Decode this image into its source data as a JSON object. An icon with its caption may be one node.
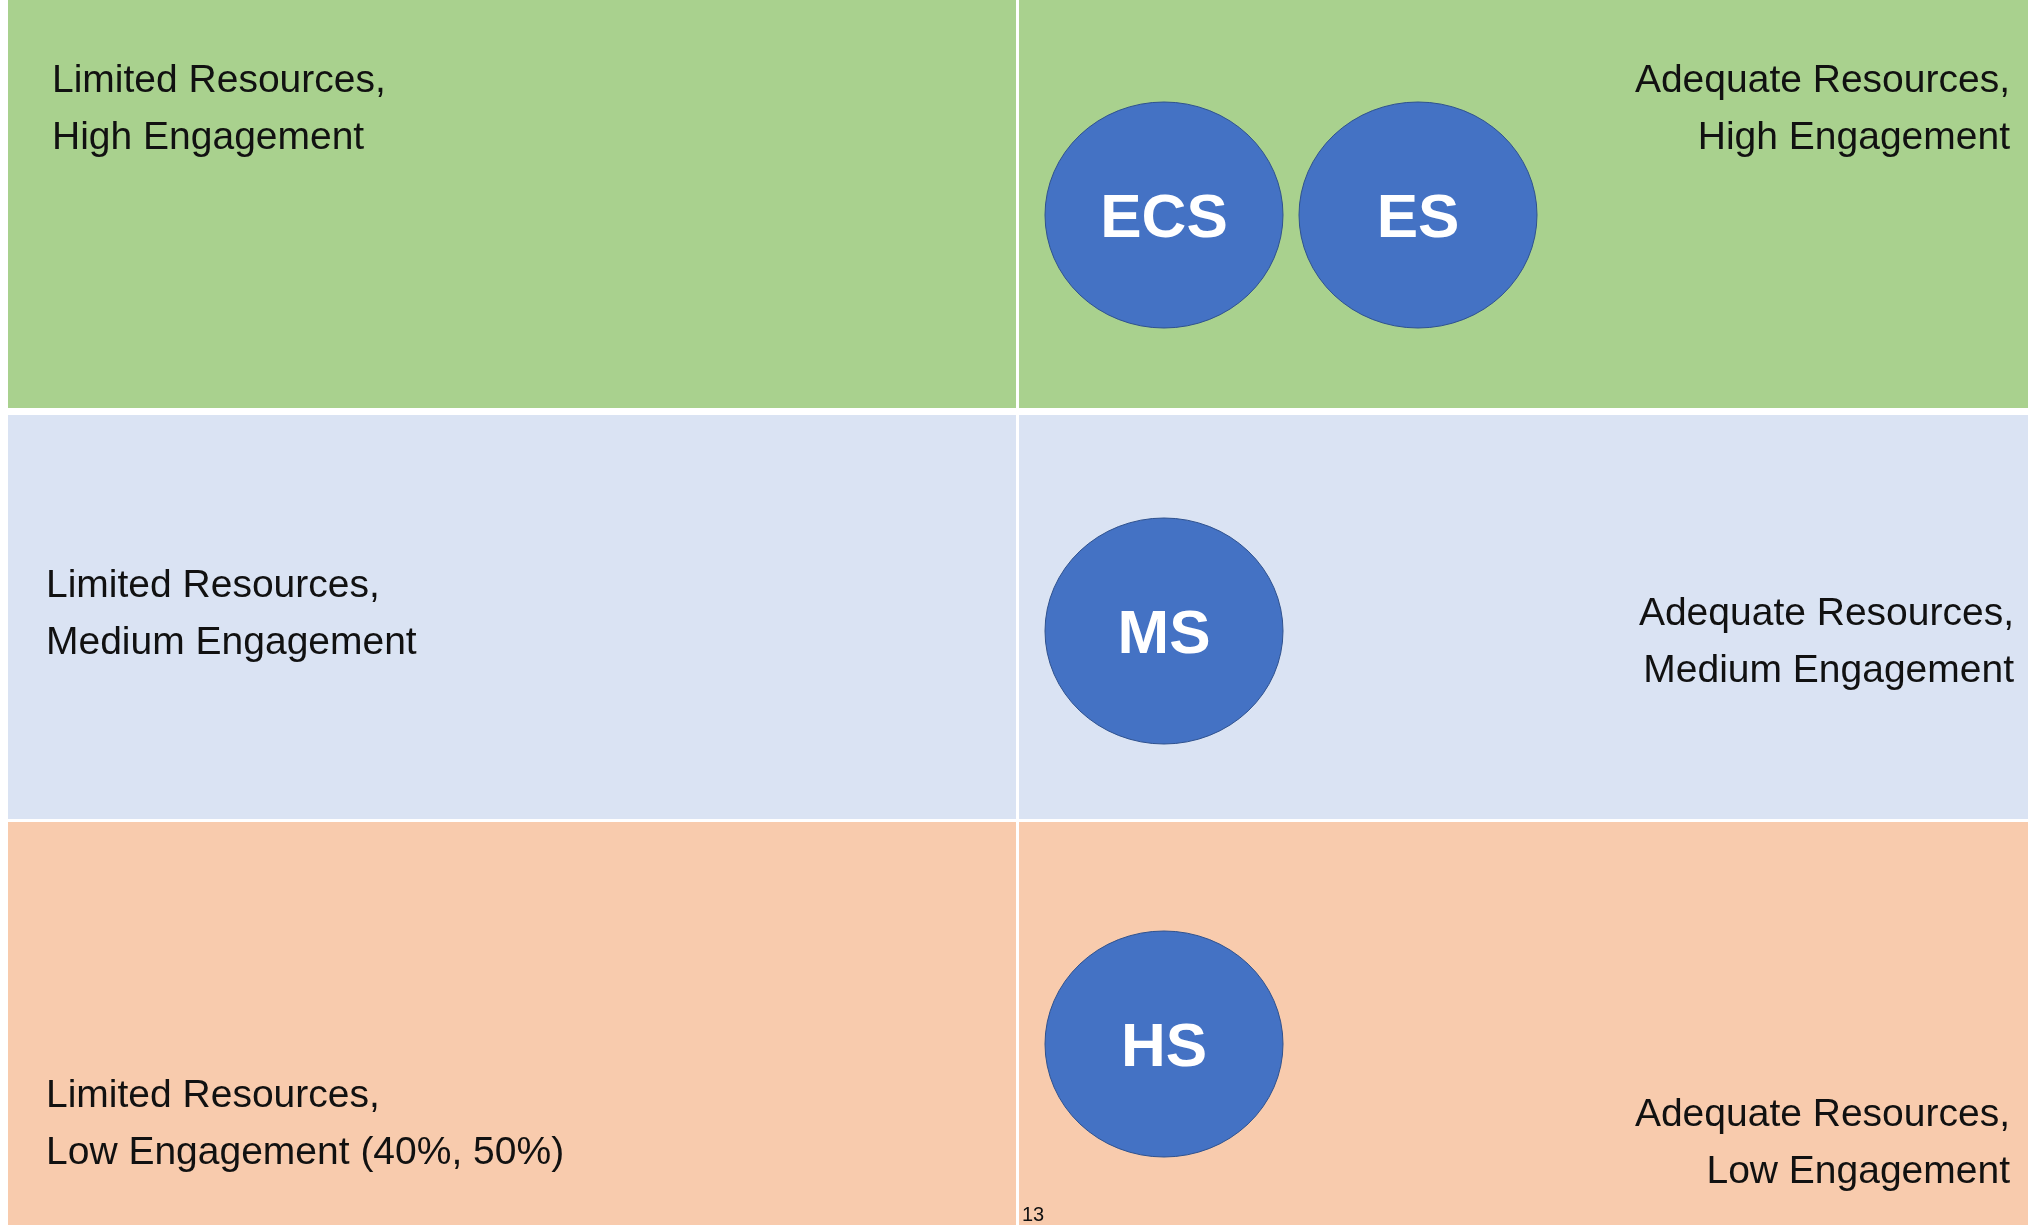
{
  "diagram": {
    "nodes": [
      {
        "text": [
          "Limited Resources, High Engagement"
        ]
      },
      {
        "text": [
          "Adequate Resources, High Engagement"
        ]
      },
      {
        "text": [
          "ECS"
        ],
        "in": 1
      },
      {
        "text": [
          "ES"
        ],
        "in": 1
      },
      {
        "text": [
          "Limited Resources, Medium Engagement"
        ]
      },
      {
        "text": [
          "Adequate Resources, Medium Engagement"
        ]
      },
      {
        "text": [
          "MS"
        ],
        "in": 5
      },
      {
        "text": [
          "Limited Resources, Low Engagement (40%, 50%)"
        ]
      },
      {
        "text": [
          "Adequate Resources, Low Engagement"
        ]
      },
      {
        "text": [
          "HS"
        ],
        "in": 8
      }
    ],
    "edges": [],
    "labels": [
      "13"
    ]
  }
}
